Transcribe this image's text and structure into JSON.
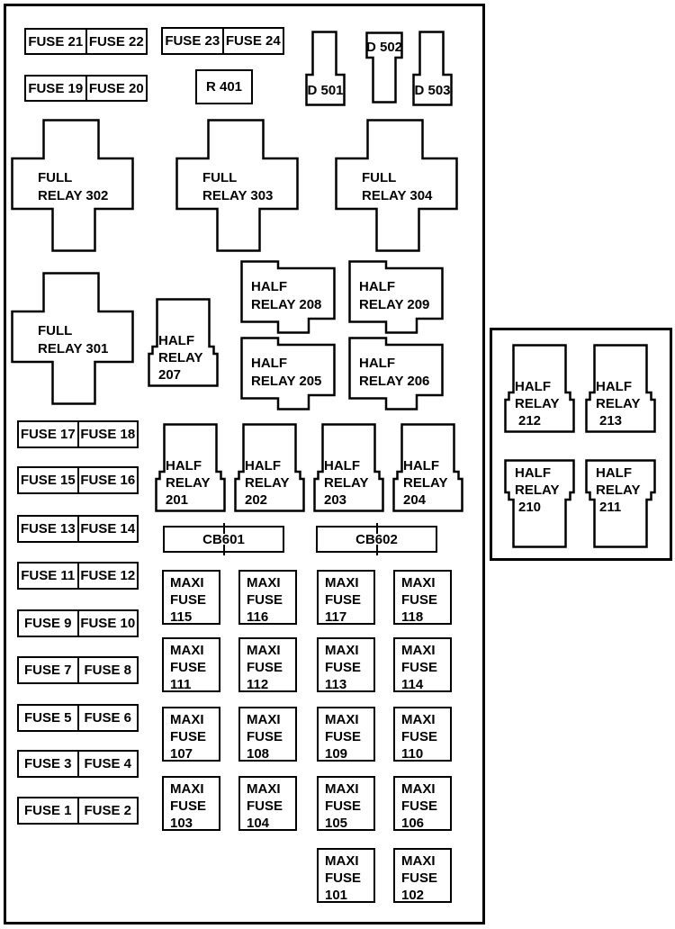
{
  "colors": {
    "background": "#ffffff",
    "line": "#000000",
    "text": "#000000"
  },
  "main_panel": {
    "fuse_pairs_top": [
      {
        "left": "FUSE 21",
        "right": "FUSE 22"
      },
      {
        "left": "FUSE 19",
        "right": "FUSE 20"
      },
      {
        "left": "FUSE 23",
        "right": "FUSE 24"
      }
    ],
    "relay_r401": "R 401",
    "diodes": [
      {
        "label": "D 501"
      },
      {
        "label": "D 502"
      },
      {
        "label": "D 503"
      }
    ],
    "full_relays": [
      {
        "line1": "FULL",
        "line2": "RELAY 302"
      },
      {
        "line1": "FULL",
        "line2": "RELAY 303"
      },
      {
        "line1": "FULL",
        "line2": "RELAY 304"
      },
      {
        "line1": "FULL",
        "line2": "RELAY 301"
      }
    ],
    "half_relays_horizontal": [
      {
        "line1": "HALF",
        "line2": "RELAY 208"
      },
      {
        "line1": "HALF",
        "line2": "RELAY 209"
      },
      {
        "line1": "HALF",
        "line2": "RELAY 205"
      },
      {
        "line1": "HALF",
        "line2": "RELAY 206"
      }
    ],
    "half_relay_207": {
      "line1": "HALF",
      "line2": "RELAY",
      "line3": "207"
    },
    "half_relays_bottom": [
      {
        "line1": "HALF",
        "line2": "RELAY",
        "line3": "201"
      },
      {
        "line1": "HALF",
        "line2": "RELAY",
        "line3": "202"
      },
      {
        "line1": "HALF",
        "line2": "RELAY",
        "line3": "203"
      },
      {
        "line1": "HALF",
        "line2": "RELAY",
        "line3": "204"
      }
    ],
    "fuse_pairs_left": [
      {
        "left": "FUSE 17",
        "right": "FUSE 18"
      },
      {
        "left": "FUSE 15",
        "right": "FUSE 16"
      },
      {
        "left": "FUSE 13",
        "right": "FUSE 14"
      },
      {
        "left": "FUSE 11",
        "right": "FUSE 12"
      },
      {
        "left": "FUSE 9",
        "right": "FUSE 10"
      },
      {
        "left": "FUSE 7",
        "right": "FUSE 8"
      },
      {
        "left": "FUSE 5",
        "right": "FUSE 6"
      },
      {
        "left": "FUSE 3",
        "right": "FUSE 4"
      },
      {
        "left": "FUSE 1",
        "right": "FUSE 2"
      }
    ],
    "circuit_breakers": [
      {
        "label": "CB601"
      },
      {
        "label": "CB602"
      }
    ],
    "maxi_fuses": [
      {
        "line1": "MAXI",
        "line2": "FUSE",
        "line3": "115"
      },
      {
        "line1": "MAXI",
        "line2": "FUSE",
        "line3": "116"
      },
      {
        "line1": "MAXI",
        "line2": "FUSE",
        "line3": "117"
      },
      {
        "line1": "MAXI",
        "line2": "FUSE",
        "line3": "118"
      },
      {
        "line1": "MAXI",
        "line2": "FUSE",
        "line3": "111"
      },
      {
        "line1": "MAXI",
        "line2": "FUSE",
        "line3": "112"
      },
      {
        "line1": "MAXI",
        "line2": "FUSE",
        "line3": "113"
      },
      {
        "line1": "MAXI",
        "line2": "FUSE",
        "line3": "114"
      },
      {
        "line1": "MAXI",
        "line2": "FUSE",
        "line3": "107"
      },
      {
        "line1": "MAXI",
        "line2": "FUSE",
        "line3": "108"
      },
      {
        "line1": "MAXI",
        "line2": "FUSE",
        "line3": "109"
      },
      {
        "line1": "MAXI",
        "line2": "FUSE",
        "line3": "110"
      },
      {
        "line1": "MAXI",
        "line2": "FUSE",
        "line3": "103"
      },
      {
        "line1": "MAXI",
        "line2": "FUSE",
        "line3": "104"
      },
      {
        "line1": "MAXI",
        "line2": "FUSE",
        "line3": "105"
      },
      {
        "line1": "MAXI",
        "line2": "FUSE",
        "line3": "106"
      },
      {
        "line1": "MAXI",
        "line2": "FUSE",
        "line3": "101"
      },
      {
        "line1": "MAXI",
        "line2": "FUSE",
        "line3": "102"
      }
    ]
  },
  "side_panel": {
    "half_relays": [
      {
        "line1": "HALF",
        "line2": "RELAY",
        "line3": "212"
      },
      {
        "line1": "HALF",
        "line2": "RELAY",
        "line3": "213"
      },
      {
        "line1": "HALF",
        "line2": "RELAY",
        "line3": "210"
      },
      {
        "line1": "HALF",
        "line2": "RELAY",
        "line3": "211"
      }
    ]
  }
}
